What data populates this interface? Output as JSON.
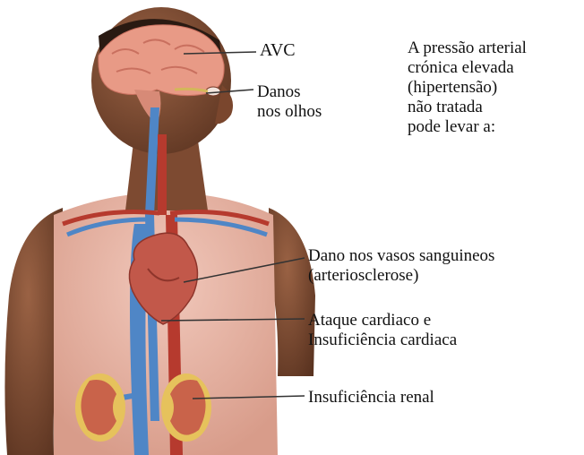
{
  "intro_text": "A pressão arterial\ncrónica elevada\n(hipertensão)\nnão tratada\npode levar a:",
  "callouts": {
    "stroke": "AVC",
    "eyes": "Danos\nnos olhos",
    "vessels": "Dano nos vasos sanguineos\n(arteriosclerose)",
    "heart": "Ataque cardiaco e\nInsuficiência cardiaca",
    "kidney": "Insuficiência renal"
  },
  "colors": {
    "skin": "#8a5538",
    "skin_dark": "#5a3320",
    "torso_overlay": "#e8b7a8",
    "brain": "#e89a86",
    "artery": "#b63a2e",
    "vein": "#4f86c6",
    "heart": "#c2584a",
    "kidney": "#c9634a",
    "kidney_fat": "#e6c25c",
    "leader_line": "#333333"
  }
}
